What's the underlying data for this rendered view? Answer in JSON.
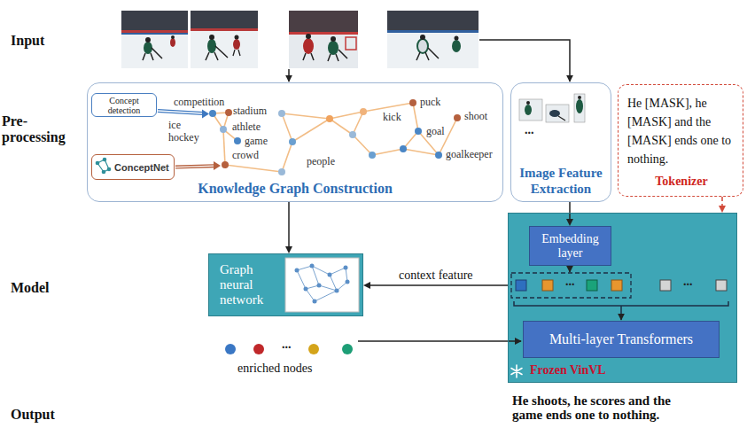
{
  "diagram": {
    "nodes": [
      {
        "text": [
          "Knowledge Graph Construction"
        ]
      },
      {
        "text": [
          "Concept detection"
        ],
        "in": 0
      },
      {
        "text": [
          "ConceptNet"
        ],
        "in": 0
      },
      {
        "text": [
          "Image Feature Extraction"
        ]
      },
      {
        "text": [
          "He [MASK], he [MASK] and the [MASK] ends one to nothing.",
          "Tokenizer"
        ]
      },
      {
        "text": [
          "Graph neural network"
        ]
      },
      {
        "text": [
          "Frozen VinVL"
        ]
      },
      {
        "text": [
          "Embedding layer"
        ],
        "in": 6
      },
      {
        "text": [
          "Multi-layer Transformers"
        ],
        "in": 6
      }
    ],
    "edges": [
      {
        "from": 0,
        "to": 5,
        "arrow": "to"
      },
      {
        "from": 3,
        "to": 7,
        "arrow": "to"
      },
      {
        "from": 4,
        "to": 6,
        "arrow": "to"
      },
      {
        "from": 6,
        "to": 5,
        "label": "context feature",
        "arrow": "to"
      }
    ],
    "labels": [
      "Input",
      "Pre- processing",
      "Model",
      "Output",
      "competition",
      "stadium",
      "ice hockey",
      "athlete",
      "game",
      "crowd",
      "people",
      "kick",
      "puck",
      "shoot",
      "goal",
      "goalkeeper",
      "...",
      "...",
      "...",
      "...",
      "enriched nodes",
      "He shoots, he scores and the game ends one to nothing."
    ]
  }
}
